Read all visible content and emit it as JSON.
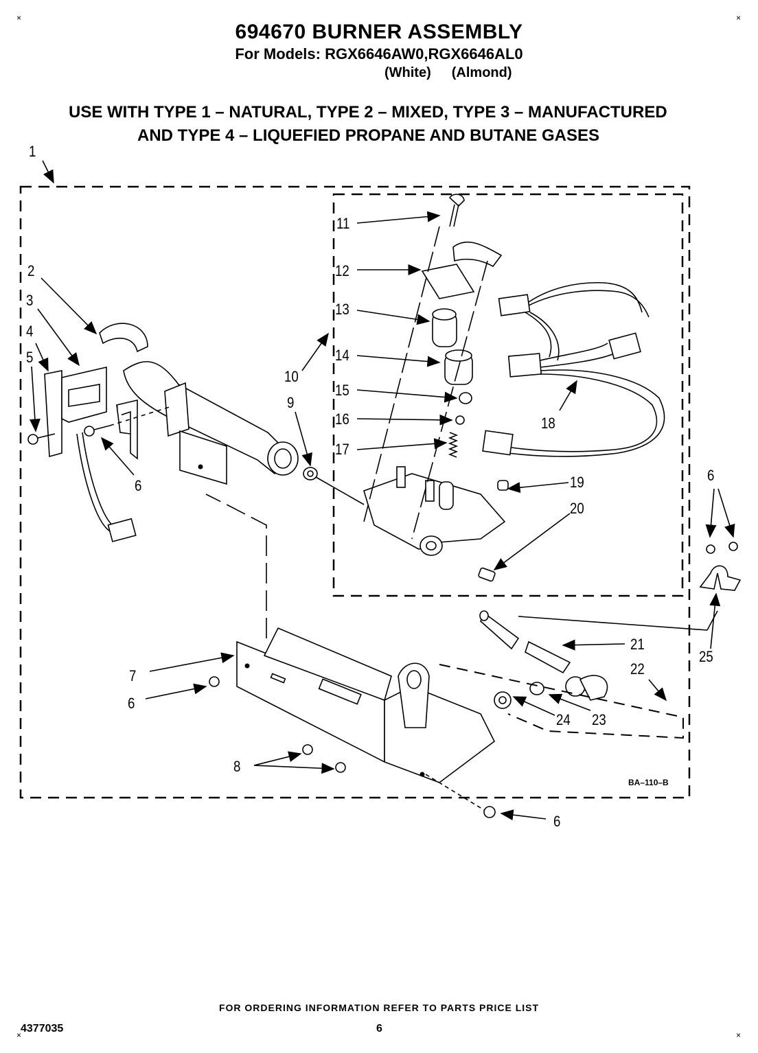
{
  "header": {
    "title": "694670 BURNER ASSEMBLY",
    "models_line": "For Models: RGX6646AW0,RGX6646AL0",
    "color_white": "(White)",
    "color_almond": "(Almond)"
  },
  "gas_types": {
    "line1": "USE WITH TYPE 1 – NATURAL, TYPE 2 – MIXED, TYPE 3 – MANUFACTURED",
    "line2": "AND TYPE 4 – LIQUEFIED PROPANE AND BUTANE GASES"
  },
  "callouts": {
    "c1": "1",
    "c2": "2",
    "c3": "3",
    "c4": "4",
    "c5": "5",
    "c6a": "6",
    "c6b": "6",
    "c6c": "6",
    "c6d": "6",
    "c7": "7",
    "c8": "8",
    "c9": "9",
    "c10": "10",
    "c11": "11",
    "c12": "12",
    "c13": "13",
    "c14": "14",
    "c15": "15",
    "c16": "16",
    "c17": "17",
    "c18": "18",
    "c19": "19",
    "c20": "20",
    "c21": "21",
    "c22": "22",
    "c23": "23",
    "c24": "24",
    "c25": "25"
  },
  "figure_id": "BA–110–B",
  "footer": {
    "ordering_note": "FOR ORDERING INFORMATION REFER TO PARTS PRICE LIST",
    "doc_number": "4377035",
    "page_number": "6"
  }
}
